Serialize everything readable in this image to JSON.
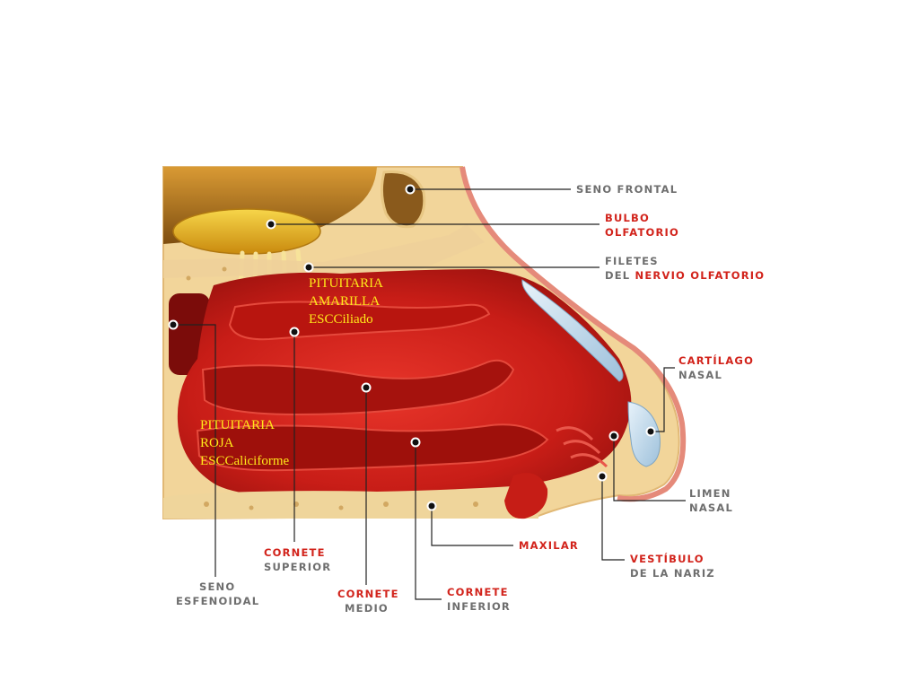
{
  "labels": {
    "seno_frontal": "SENO FRONTAL",
    "bulbo_olfatorio": [
      "BULBO",
      "OLFATORIO"
    ],
    "filetes": "FILETES",
    "del": "DEL ",
    "nervio_olfatorio": "NERVIO OLFATORIO",
    "cartilago": "CARTÍLAGO",
    "nasal": "NASAL",
    "limen_nasal": [
      "LIMEN",
      "NASAL"
    ],
    "vestibulo": "VESTÍBULO",
    "de_la_nariz": "DE LA NARIZ",
    "maxilar": "MAXILAR",
    "cornete_inferior": [
      "CORNETE",
      "INFERIOR"
    ],
    "cornete_medio": [
      "CORNETE",
      "MEDIO"
    ],
    "cornete_superior": [
      "CORNETE",
      "SUPERIOR"
    ],
    "seno_esfenoidal": [
      "SENO",
      "ESFENOIDAL"
    ]
  },
  "overlays": {
    "pituitaria_amarilla": [
      "PITUITARIA",
      "AMARILLA",
      "ESCCiliado"
    ],
    "pituitaria_roja": [
      "PITUITARIA",
      "ROJA",
      "ESCCaliciforme"
    ]
  },
  "colors": {
    "tissue_red": "#d3221b",
    "bone": "#f2d59a",
    "cartilage": "#bcd7ea",
    "bulb_yellow": "#e6b21a",
    "label_red": "#d2231b",
    "label_grey": "#6e6e6e",
    "overlay_yellow": "#ffe81a"
  }
}
